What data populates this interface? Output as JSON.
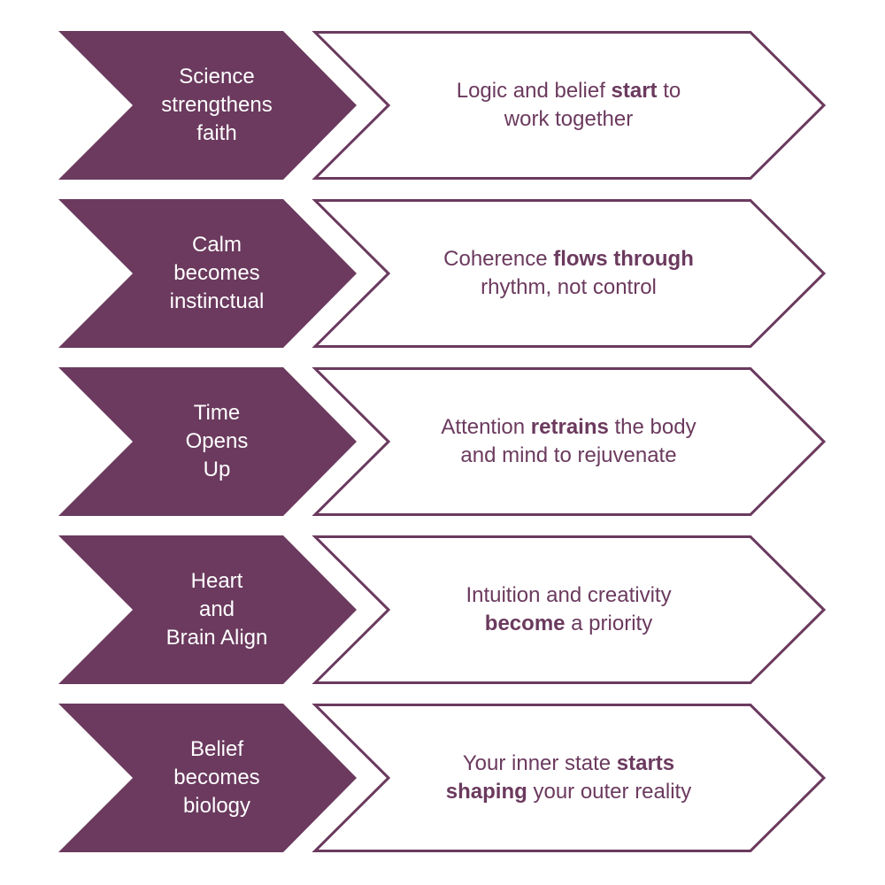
{
  "colors": {
    "accent": "#6b3a5e",
    "background": "#ffffff",
    "left_text": "#ffffff"
  },
  "rows": [
    {
      "left": "Science\nstrengthens\nfaith",
      "right": [
        {
          "t": "Logic and belief "
        },
        {
          "t": "start",
          "b": true
        },
        {
          "t": " to work together"
        }
      ]
    },
    {
      "left": "Calm\nbecomes\ninstinctual",
      "right": [
        {
          "t": "Coherence "
        },
        {
          "t": "flows through",
          "b": true
        },
        {
          "t": " rhythm, not control"
        }
      ]
    },
    {
      "left": "Time\nOpens\nUp",
      "right": [
        {
          "t": "Attention "
        },
        {
          "t": "retrains",
          "b": true
        },
        {
          "t": " the body and mind to rejuvenate"
        }
      ]
    },
    {
      "left": "Heart\nand\nBrain Align",
      "right": [
        {
          "t": "Intuition and creativity "
        },
        {
          "t": "become",
          "b": true
        },
        {
          "t": " a priority"
        }
      ]
    },
    {
      "left": "Belief\nbecomes\nbiology",
      "right": [
        {
          "t": "Your inner state "
        },
        {
          "t": "starts shaping",
          "b": true
        },
        {
          "t": " your outer reality"
        }
      ]
    }
  ]
}
